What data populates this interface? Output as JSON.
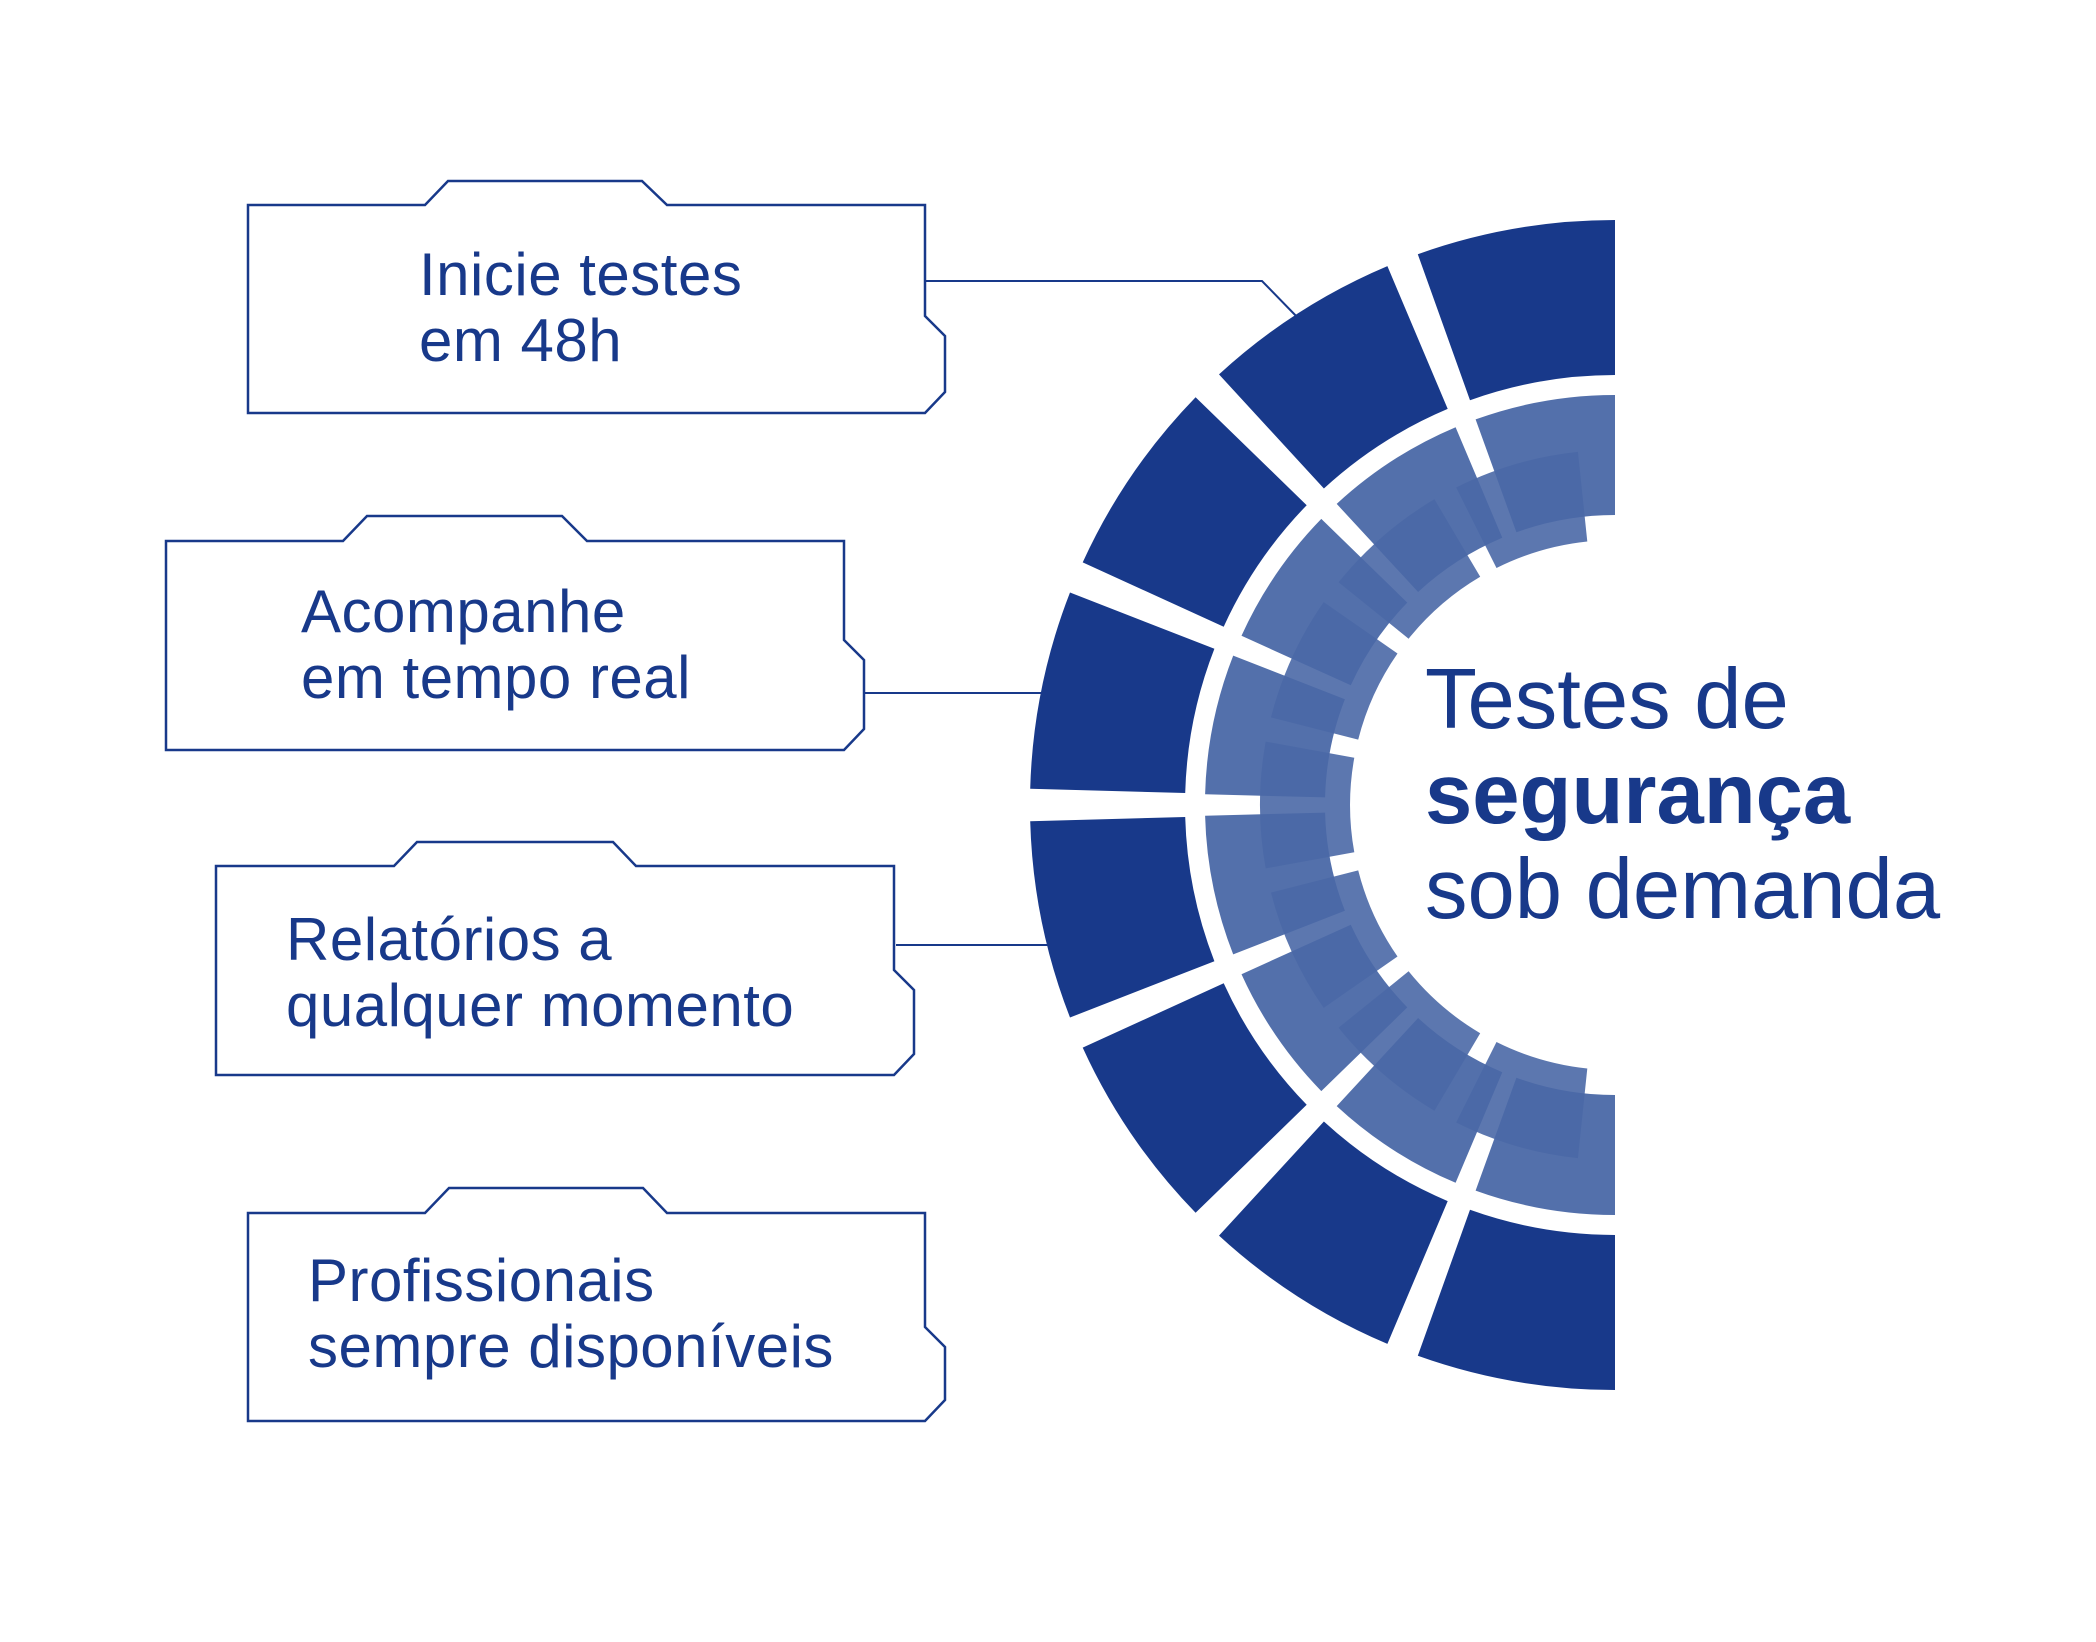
{
  "colors": {
    "primary": "#18398a",
    "secondary": "#4a68a6",
    "background": "#ffffff"
  },
  "cards": [
    {
      "line1": "Inicie testes",
      "line2": "em 48h"
    },
    {
      "line1": "Acompanhe",
      "line2": "em tempo real"
    },
    {
      "line1": "Relatórios a",
      "line2": "qualquer momento"
    },
    {
      "line1": "Profissionais",
      "line2": "sempre disponíveis"
    }
  ],
  "title": {
    "line1": "Testes de",
    "line2": "segurança",
    "line3": "sob demanda"
  }
}
